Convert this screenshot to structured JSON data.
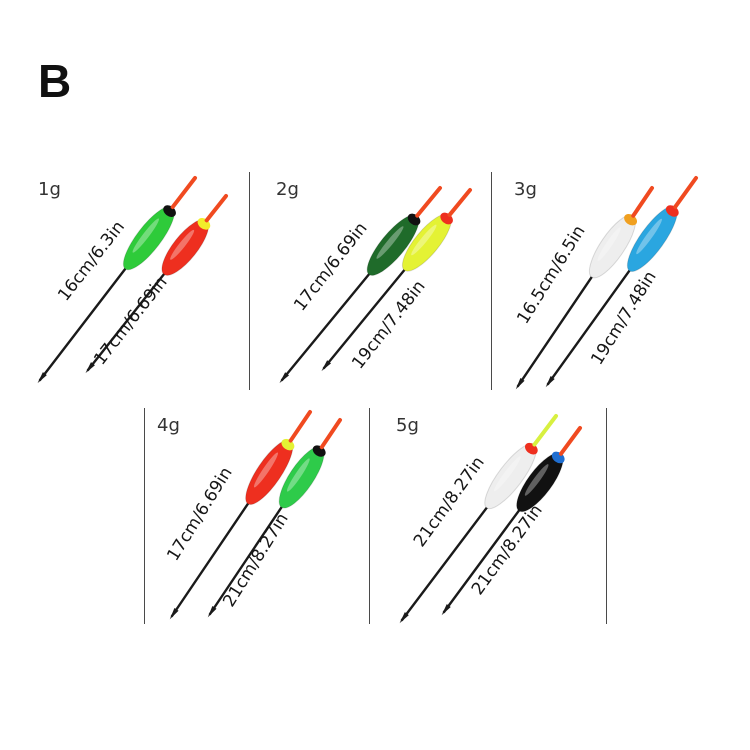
{
  "variant": {
    "label": "B"
  },
  "panels": [
    {
      "weight": "1g",
      "floats": [
        {
          "length": "16cm/6.3in",
          "body_color": "#2ecb3a",
          "band_color": "#111111",
          "tip_color": "#f04a20"
        },
        {
          "length": "17cm/6.69in",
          "body_color": "#ee2f1f",
          "band_color": "#f2ee2a",
          "tip_color": "#f04a20"
        }
      ]
    },
    {
      "weight": "2g",
      "floats": [
        {
          "length": "17cm/6.69in",
          "body_color": "#1f6b2a",
          "band_color": "#111111",
          "tip_color": "#f04a20"
        },
        {
          "length": "19cm/7.48in",
          "body_color": "#e4f234",
          "band_color": "#ee2f1f",
          "tip_color": "#f04a20"
        }
      ]
    },
    {
      "weight": "3g",
      "floats": [
        {
          "length": "16.5cm/6.5in",
          "body_color": "#eeeeee",
          "band_color": "#f0a020",
          "tip_color": "#f04a20"
        },
        {
          "length": "19cm/7.48in",
          "body_color": "#2aa6e0",
          "band_color": "#ee2f1f",
          "tip_color": "#f04a20"
        }
      ]
    },
    {
      "weight": "4g",
      "floats": [
        {
          "length": "17cm/6.69in",
          "body_color": "#ee2f1f",
          "band_color": "#e4f234",
          "tip_color": "#f04a20"
        },
        {
          "length": "21cm/8.27in",
          "body_color": "#2ecb4a",
          "band_color": "#111111",
          "tip_color": "#f04a20"
        }
      ]
    },
    {
      "weight": "5g",
      "floats": [
        {
          "length": "21cm/8.27in",
          "body_color": "#eeeeee",
          "band_color": "#ee2f1f",
          "tip_color": "#d8f040"
        },
        {
          "length": "21cm/8.27in",
          "body_color": "#111111",
          "band_color": "#1f6ed0",
          "tip_color": "#f04a20"
        }
      ]
    }
  ]
}
